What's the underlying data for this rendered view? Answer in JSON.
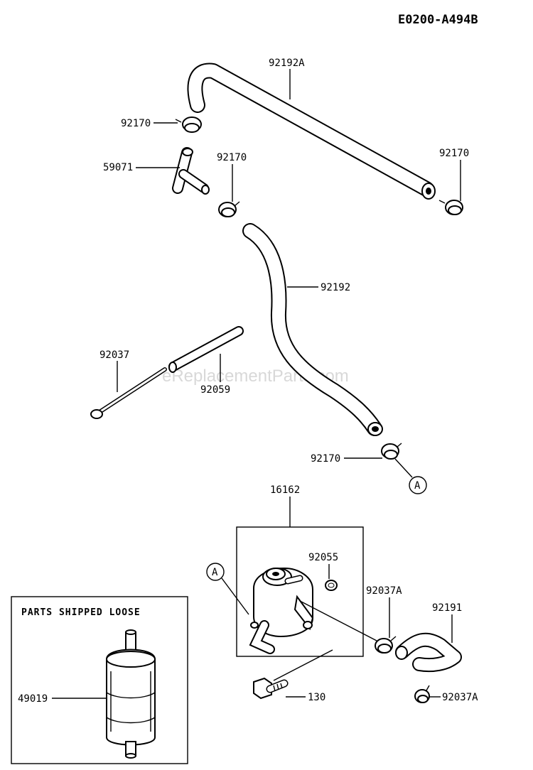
{
  "diagram_code": "E0200-A494B",
  "watermark": "eReplacementParts.com",
  "loose_box_title": "PARTS SHIPPED LOOSE",
  "connector_label": "A",
  "parts": {
    "hose_upper": "92192A",
    "clamp_upper_left": "92170",
    "joint": "59071",
    "clamp_mid": "92170",
    "clamp_upper_right": "92170",
    "hose_mid": "92192",
    "band": "92037",
    "tube_short": "92059",
    "clamp_lower": "92170",
    "fuel_pump": "16162",
    "oring": "92055",
    "clamp_pump": "92037A",
    "hose_pump": "92191",
    "clamp_bottom": "92037A",
    "bolt": "130",
    "filter": "49019"
  }
}
